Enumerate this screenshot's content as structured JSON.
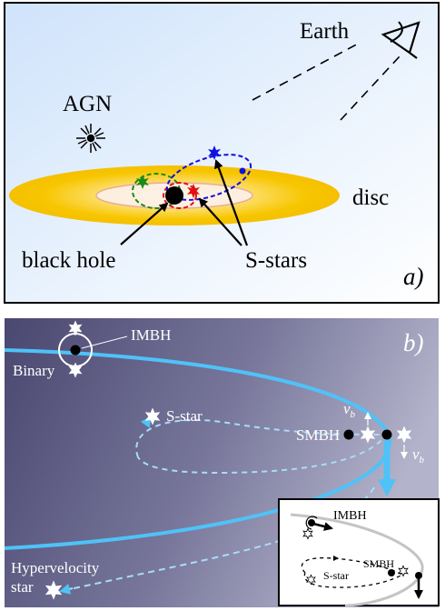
{
  "panel_a": {
    "earth_label": "Earth",
    "agn_label": "AGN",
    "disc_label": "disc",
    "black_hole_label": "black hole",
    "s_stars_label": "S-stars",
    "panel_letter": "a)"
  },
  "panel_b": {
    "panel_letter": "b)",
    "imbh_label": "IMBH",
    "binary_label": "Binary",
    "s_star_label": "S-star",
    "smbh_label": "SMBH",
    "vb_label_1": "v",
    "vb_sub_1": "b",
    "vb_label_2": "v",
    "vb_sub_2": "b",
    "hypervelocity_line1": "Hypervelocity",
    "hypervelocity_line2": "star",
    "inset": {
      "imbh_label": "IMBH",
      "s_star_label": "S-star",
      "smbh_label": "SMBH"
    }
  },
  "colors": {
    "orbit_cyan": "#4fc3f7",
    "disc_yellow": "#f7c600",
    "star_green": "#1a8a1a",
    "star_red": "#e01010",
    "star_blue": "#1010e0"
  }
}
